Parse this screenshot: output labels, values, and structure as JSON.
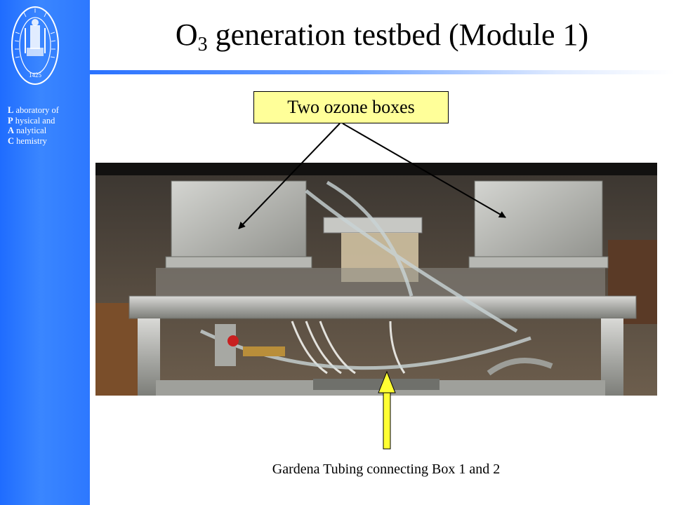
{
  "sidebar": {
    "seal_year": "1425",
    "lab_lines": [
      {
        "initial": "L",
        "rest": " aboratory of"
      },
      {
        "initial": "P",
        "rest": " hysical and"
      },
      {
        "initial": "A",
        "rest": " nalytical"
      },
      {
        "initial": "C",
        "rest": " hemistry"
      }
    ]
  },
  "slide": {
    "title_pre": "O",
    "title_sub": "3",
    "title_post": " generation testbed (Module 1)",
    "callout": "Two ozone boxes",
    "caption": "Gardena Tubing connecting Box 1 and 2"
  },
  "colors": {
    "sidebar_blue": "#2d78ff",
    "callout_fill": "#ffff99",
    "tubing_arrow": "#ffff33"
  }
}
